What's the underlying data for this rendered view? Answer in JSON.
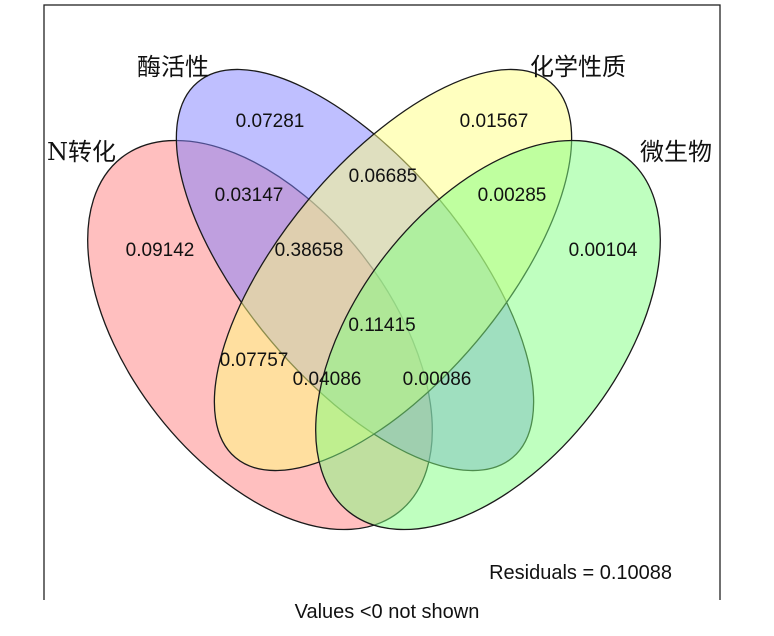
{
  "sets": [
    {
      "key": "A",
      "label": "N转化",
      "fill": "#ff7f7f"
    },
    {
      "key": "B",
      "label": "酶活性",
      "fill": "#7f7fff"
    },
    {
      "key": "C",
      "label": "化学性质",
      "fill": "#ffff7f"
    },
    {
      "key": "D",
      "label": "微生物",
      "fill": "#7fff7f"
    }
  ],
  "regions": [
    {
      "sets": "A",
      "value": "0.09142"
    },
    {
      "sets": "B",
      "value": "0.07281"
    },
    {
      "sets": "C",
      "value": "0.01567"
    },
    {
      "sets": "D",
      "value": "0.00104"
    },
    {
      "sets": "AB",
      "value": "0.03147"
    },
    {
      "sets": "BC",
      "value": "0.06685"
    },
    {
      "sets": "CD",
      "value": "0.00285"
    },
    {
      "sets": "ABC",
      "value": "0.38658"
    },
    {
      "sets": "ABCD",
      "value": "0.11415"
    },
    {
      "sets": "AC",
      "value": "0.07757"
    },
    {
      "sets": "ACD",
      "value": "0.04086"
    },
    {
      "sets": "BCD",
      "value": "0.00086"
    }
  ],
  "residuals": "Residuals = 0.10088",
  "caption": "Values <0 not shown"
}
